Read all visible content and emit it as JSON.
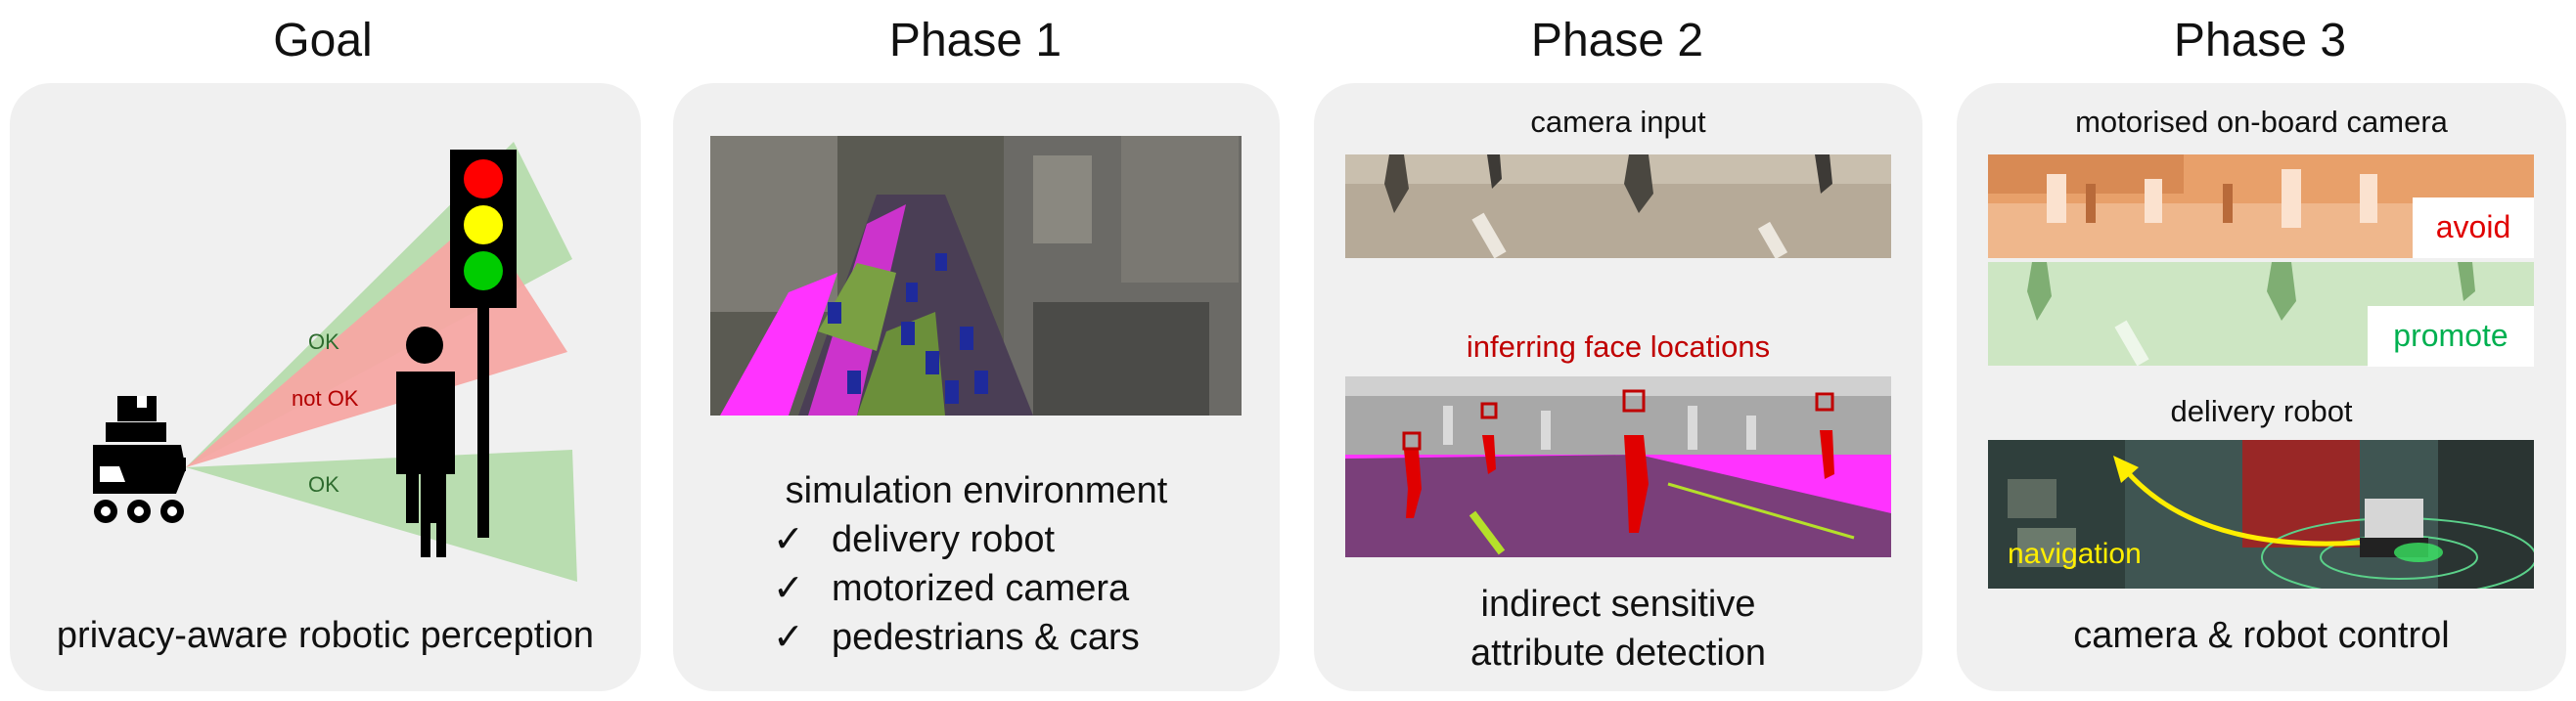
{
  "titles": {
    "goal": "Goal",
    "phase1": "Phase 1",
    "phase2": "Phase 2",
    "phase3": "Phase 3"
  },
  "goal": {
    "cone_labels": {
      "top": "OK",
      "middle": "not OK",
      "bottom": "OK"
    },
    "caption": "privacy-aware robotic perception",
    "colors": {
      "ok_cone": "#b9ddb0",
      "not_ok_cone": "#f6a7a3",
      "red_light": "#ff0000",
      "yellow_light": "#ffff00",
      "green_light": "#00cc00",
      "ok_text": "#2e6b2e",
      "not_ok_text": "#b30000"
    }
  },
  "phase1": {
    "heading": "simulation environment",
    "checklist": [
      "delivery robot",
      "motorized camera",
      "pedestrians & cars"
    ],
    "check_symbol": "✓"
  },
  "phase2": {
    "camera_label": "camera input",
    "inference_label": "inferring face locations",
    "caption_line1": "indirect sensitive",
    "caption_line2": "attribute detection",
    "colors": {
      "inference_label": "#c00000",
      "box": "#c00000",
      "segmentation_pink": "#ff33ff",
      "segmentation_purple": "#7a3f7a"
    }
  },
  "phase3": {
    "camera_label": "motorised on-board camera",
    "avoid_label": "avoid",
    "promote_label": "promote",
    "robot_label": "delivery robot",
    "navigation_label": "navigation",
    "caption": "camera & robot control",
    "colors": {
      "avoid": "#e00000",
      "promote": "#00b050",
      "navigation": "#ffff00"
    }
  }
}
